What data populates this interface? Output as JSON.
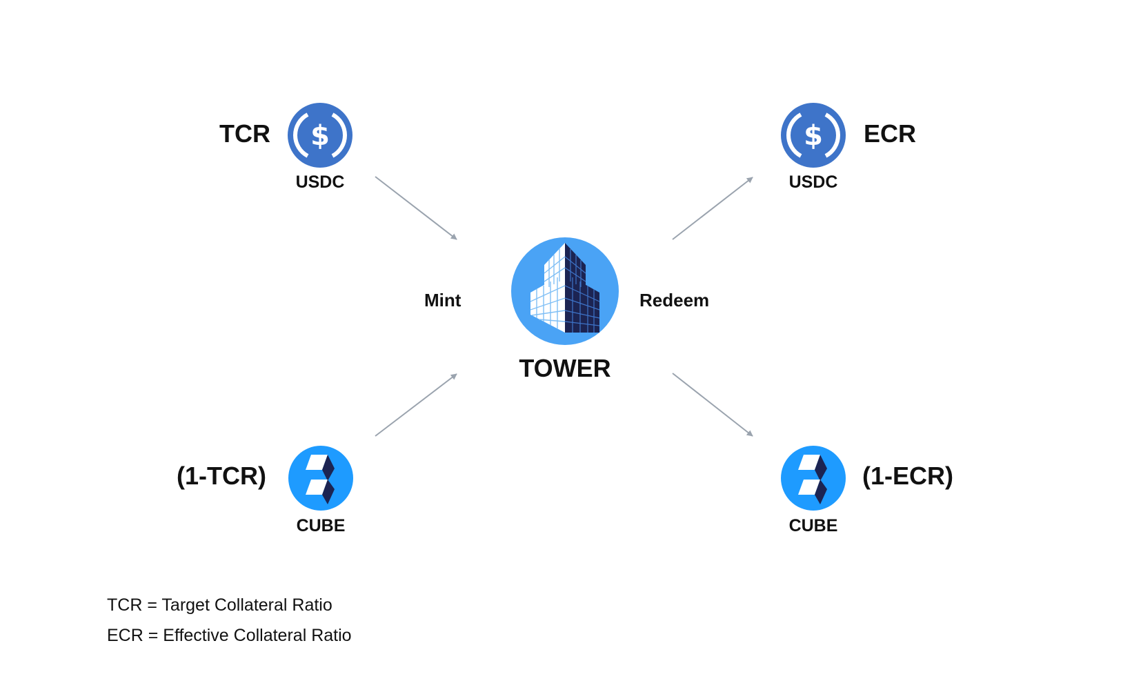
{
  "colors": {
    "usdc_blue": "#3E74C9",
    "cube_blue": "#1E9BFF",
    "tower_blue": "#4AA3F5",
    "navy": "#1C2452",
    "arrow_gray": "#9AA3AE"
  },
  "left": {
    "usdc": {
      "ratio": "TCR",
      "label": "USDC",
      "icon": "usdc-icon"
    },
    "cube": {
      "ratio": "(1-TCR)",
      "label": "CUBE",
      "icon": "cube-icon"
    }
  },
  "right": {
    "usdc": {
      "ratio": "ECR",
      "label": "USDC",
      "icon": "usdc-icon"
    },
    "cube": {
      "ratio": "(1-ECR)",
      "label": "CUBE",
      "icon": "cube-icon"
    }
  },
  "center": {
    "label": "TOWER",
    "icon": "tower-icon"
  },
  "actions": {
    "mint": "Mint",
    "redeem": "Redeem"
  },
  "legend": [
    "TCR = Target Collateral Ratio",
    "ECR = Effective Collateral Ratio"
  ]
}
